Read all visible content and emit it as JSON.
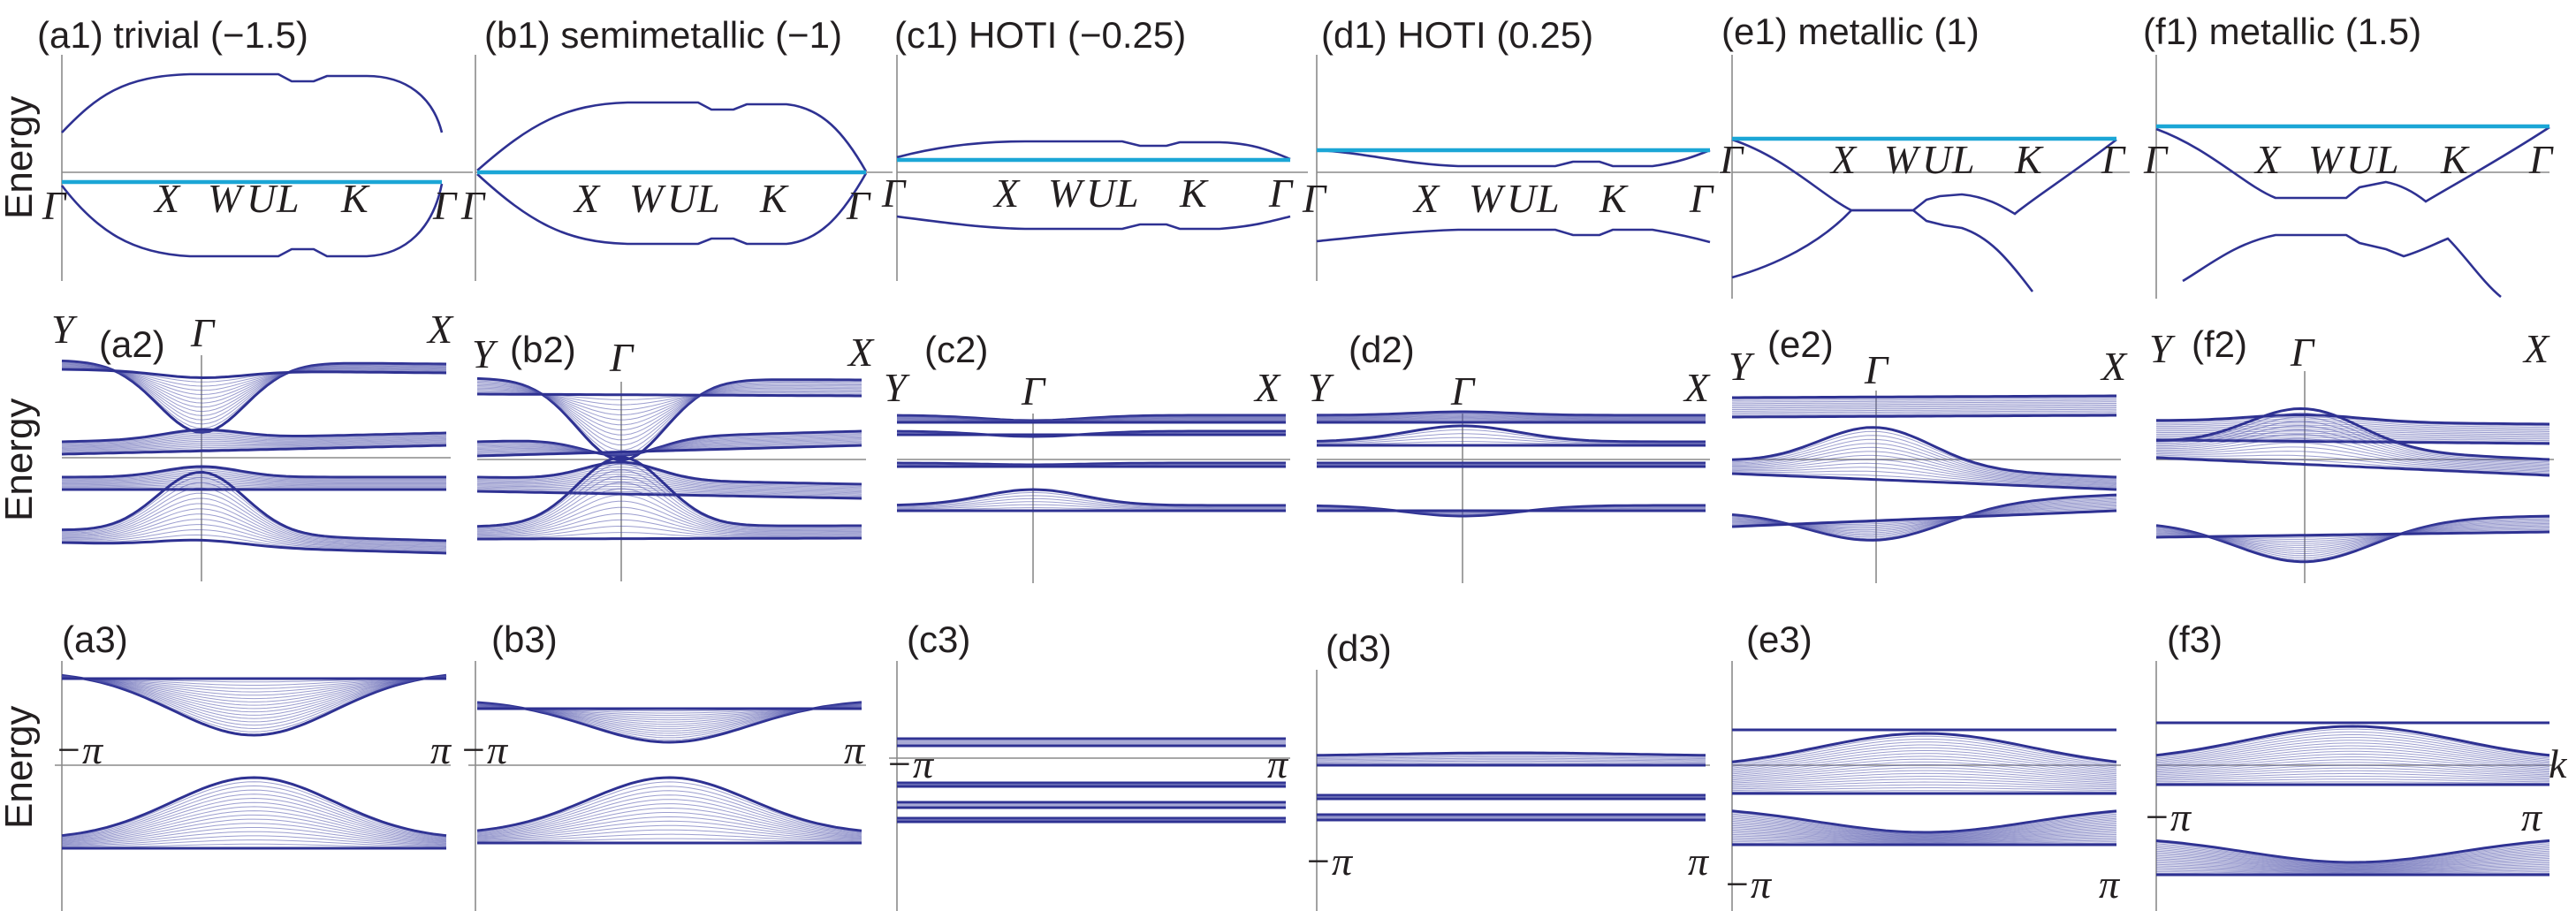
{
  "ylabel": "Energy",
  "colors": {
    "band": "#2e3192",
    "ribbon": "#4b4fa8",
    "fermi": "#1ba6d6",
    "axis": "#8a8a8a",
    "text": "#231f20"
  },
  "chart_data": [
    {
      "id": "a1",
      "type": "line",
      "title": "(a1)  trivial (−1.5)",
      "mass": -1.5,
      "kpath": [
        "Γ",
        "X",
        "W",
        "U",
        "L",
        "K",
        "Γ"
      ]
    },
    {
      "id": "b1",
      "type": "line",
      "title": "(b1) semimetallic (−1)",
      "mass": -1,
      "kpath": [
        "Γ",
        "X",
        "W",
        "U",
        "L",
        "K",
        "Γ"
      ]
    },
    {
      "id": "c1",
      "type": "line",
      "title": "(c1)  HOTI (−0.25)",
      "mass": -0.25,
      "kpath": [
        "Γ",
        "X",
        "W",
        "U",
        "L",
        "K",
        "Γ"
      ]
    },
    {
      "id": "d1",
      "type": "line",
      "title": "(d1)  HOTI (0.25)",
      "mass": 0.25,
      "kpath": [
        "Γ",
        "X",
        "W",
        "U",
        "L",
        "K",
        "Γ"
      ]
    },
    {
      "id": "e1",
      "type": "line",
      "title": "(e1)      metallic (1)",
      "mass": 1,
      "kpath": [
        "Γ",
        "X",
        "W",
        "U",
        "L",
        "K",
        "Γ"
      ]
    },
    {
      "id": "f1",
      "type": "line",
      "title": "(f1)      metallic (1.5)",
      "mass": 1.5,
      "kpath": [
        "Γ",
        "X",
        "W",
        "U",
        "L",
        "K",
        "Γ"
      ]
    },
    {
      "id": "a2",
      "type": "line",
      "title": "(a2)",
      "kpath": [
        "Y",
        "Γ",
        "X"
      ]
    },
    {
      "id": "b2",
      "type": "line",
      "title": "(b2)",
      "kpath": [
        "Y",
        "Γ",
        "X"
      ]
    },
    {
      "id": "c2",
      "type": "line",
      "title": "(c2)",
      "kpath": [
        "Y",
        "Γ",
        "X"
      ]
    },
    {
      "id": "d2",
      "type": "line",
      "title": "(d2)",
      "kpath": [
        "Y",
        "Γ",
        "X"
      ]
    },
    {
      "id": "e2",
      "type": "line",
      "title": "(e2)",
      "kpath": [
        "Y",
        "Γ",
        "X"
      ]
    },
    {
      "id": "f2",
      "type": "line",
      "title": "(f2)",
      "kpath": [
        "Y",
        "Γ",
        "X"
      ]
    },
    {
      "id": "a3",
      "type": "line",
      "title": "(a3)",
      "xticks": [
        "−π",
        "π"
      ]
    },
    {
      "id": "b3",
      "type": "line",
      "title": "(b3)",
      "xticks": [
        "−π",
        "π"
      ]
    },
    {
      "id": "c3",
      "type": "line",
      "title": "(c3)",
      "xticks": [
        "−π",
        "π"
      ]
    },
    {
      "id": "d3",
      "type": "line",
      "title": "(d3)",
      "xticks": [
        "−π",
        "π"
      ]
    },
    {
      "id": "e3",
      "type": "line",
      "title": "(e3)",
      "xticks": [
        "−π",
        "π"
      ]
    },
    {
      "id": "f3",
      "type": "line",
      "title": "(f3)",
      "xticks": [
        "−π",
        "π"
      ],
      "xlabel": "k"
    }
  ]
}
